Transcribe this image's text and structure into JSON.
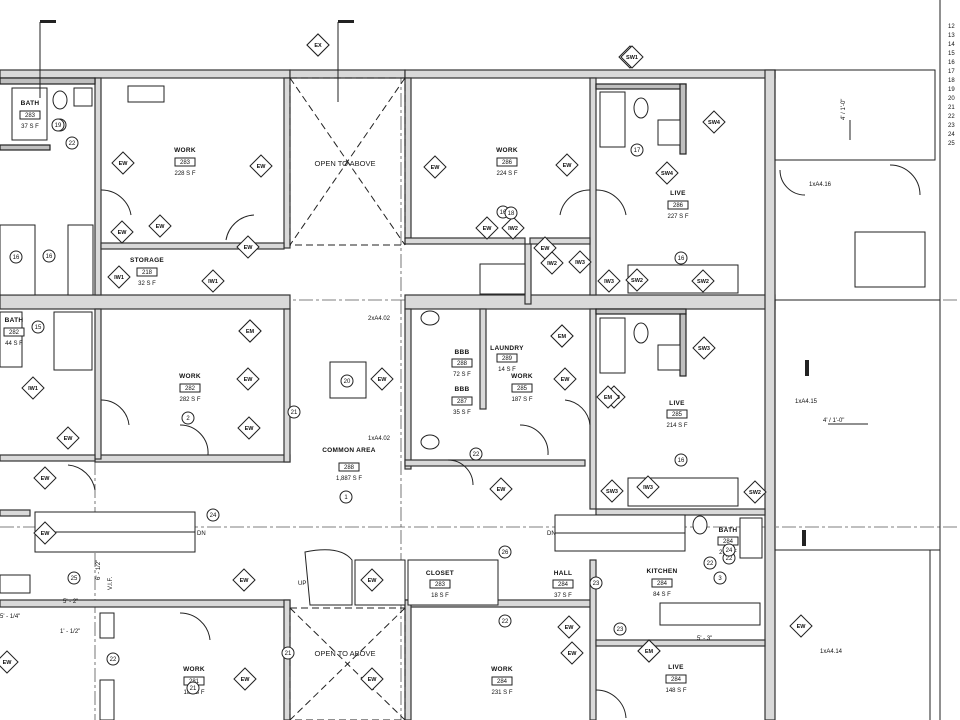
{
  "rooms": [
    {
      "name": "BATH",
      "num": "283",
      "area": "37 S F"
    },
    {
      "name": "WORK",
      "num": "283",
      "area": "228 S F"
    },
    {
      "name": "STORAGE",
      "num": "218",
      "area": "32 S F"
    },
    {
      "name": "WORK",
      "num": "286",
      "area": "224 S F"
    },
    {
      "name": "LIVE",
      "num": "286",
      "area": "227 S F"
    },
    {
      "name": "BATH",
      "num": "282",
      "area": "44 S F"
    },
    {
      "name": "WORK",
      "num": "282",
      "area": "282 S F"
    },
    {
      "name": "BBB",
      "num": "288",
      "area": "72 S F"
    },
    {
      "name": "BBB",
      "num": "287",
      "area": "35 S F"
    },
    {
      "name": "LAUNDRY",
      "num": "289",
      "area": "14 S F"
    },
    {
      "name": "WORK",
      "num": "285",
      "area": "187 S F"
    },
    {
      "name": "LIVE",
      "num": "285",
      "area": "214 S F"
    },
    {
      "name": "COMMON AREA",
      "num": "288",
      "area": "1,887 S F"
    },
    {
      "name": "CLOSET",
      "num": "283",
      "area": "18 S F"
    },
    {
      "name": "HALL",
      "num": "284",
      "area": "37 S F"
    },
    {
      "name": "KITCHEN",
      "num": "284",
      "area": "84 S F"
    },
    {
      "name": "BATH",
      "num": "284",
      "area": "26 S F"
    },
    {
      "name": "WORK",
      "num": "281",
      "area": "187 S F"
    },
    {
      "name": "WORK",
      "num": "284",
      "area": "231 S F"
    },
    {
      "name": "LIVE",
      "num": "284",
      "area": "148 S F"
    }
  ],
  "labels": {
    "open_above_1": "OPEN TO ABOVE",
    "open_above_2": "OPEN TO ABOVE",
    "dn_1": "DN",
    "dn_2": "DN",
    "up": "UP",
    "dim_1": "4' / 1'-0\"",
    "dim_2": "4' / 1'-0\"",
    "ref_1": "1xA4.16",
    "ref_2": "1xA4.15",
    "ref_3": "1xA4.14",
    "ref_4": "2xA4.02",
    "ref_5": "1xA4.02",
    "dim_3": "5' - 3\"",
    "dim_4": "1' - 1/2\"",
    "dim_5": "5' - 2\"",
    "dim_6": "5' - 1/4\"",
    "dim_7": "6' - 1/2\"",
    "elev_note": "V.I.F."
  },
  "tags": [
    "EW",
    "EW",
    "EW",
    "EW",
    "EW",
    "EW",
    "EW",
    "EW",
    "EW",
    "EW",
    "EW",
    "EW",
    "EW",
    "EW",
    "EW",
    "EW",
    "EW",
    "EW",
    "EW",
    "EW",
    "EW",
    "EW",
    "EW",
    "EW",
    "EW",
    "EW",
    "EW",
    "EW",
    "EW",
    "EW",
    "SW1",
    "SW4",
    "SW4",
    "SW3",
    "SW3",
    "SW3",
    "SW2",
    "SW2",
    "SW2",
    "IW1",
    "IW1",
    "IW1",
    "IW2",
    "IW2",
    "IW3",
    "IW3",
    "IW3",
    "EM",
    "EM",
    "EM",
    "EM",
    "EX"
  ],
  "circles": [
    "15",
    "15",
    "16",
    "16",
    "16",
    "16",
    "16",
    "17",
    "18",
    "19",
    "20",
    "21",
    "21",
    "21",
    "22",
    "22",
    "22",
    "22",
    "22",
    "22",
    "23",
    "23",
    "24",
    "24",
    "25",
    "26",
    "1",
    "2",
    "3"
  ],
  "sheet_index": [
    "12",
    "13",
    "14",
    "15",
    "16",
    "17",
    "18",
    "19",
    "20",
    "21",
    "22",
    "23",
    "24",
    "25"
  ]
}
